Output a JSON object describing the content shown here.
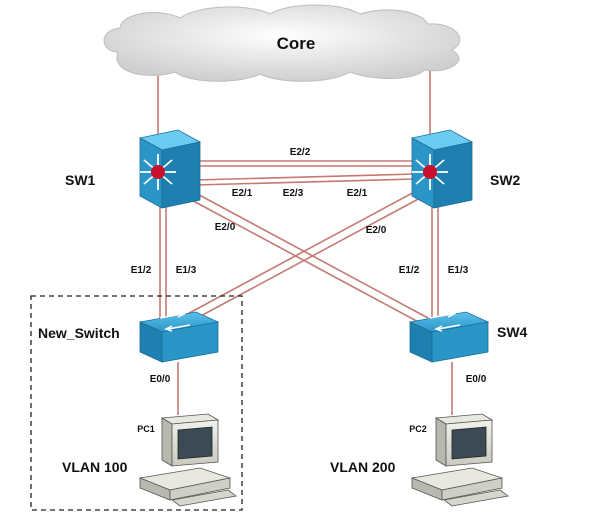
{
  "cloud": {
    "label": "Core"
  },
  "devices": {
    "sw1": {
      "label": "SW1"
    },
    "sw2": {
      "label": "SW2"
    },
    "new_switch": {
      "label": "New_Switch"
    },
    "sw4": {
      "label": "SW4"
    }
  },
  "ports": {
    "sw1_sw2": "E2/2",
    "sw1_e21": "E2/1",
    "sw1_e20": "E2/0",
    "mid_e23": "E2/3",
    "sw2_e21": "E2/1",
    "sw2_e20": "E2/0",
    "newsw_e12": "E1/2",
    "newsw_e13": "E1/3",
    "sw4_e12": "E1/2",
    "sw4_e13": "E1/3",
    "newsw_e00": "E0/0",
    "sw4_e00": "E0/0"
  },
  "pcs": {
    "pc1": {
      "label": "PC1",
      "vlan": "VLAN 100"
    },
    "pc2": {
      "label": "PC2",
      "vlan": "VLAN 200"
    }
  },
  "colors": {
    "link": "#c47a72",
    "switch": "#2a96c8",
    "switch_dark": "#1a6f99",
    "router_dot": "#c8102e",
    "cloud": "#e6e6e6"
  }
}
